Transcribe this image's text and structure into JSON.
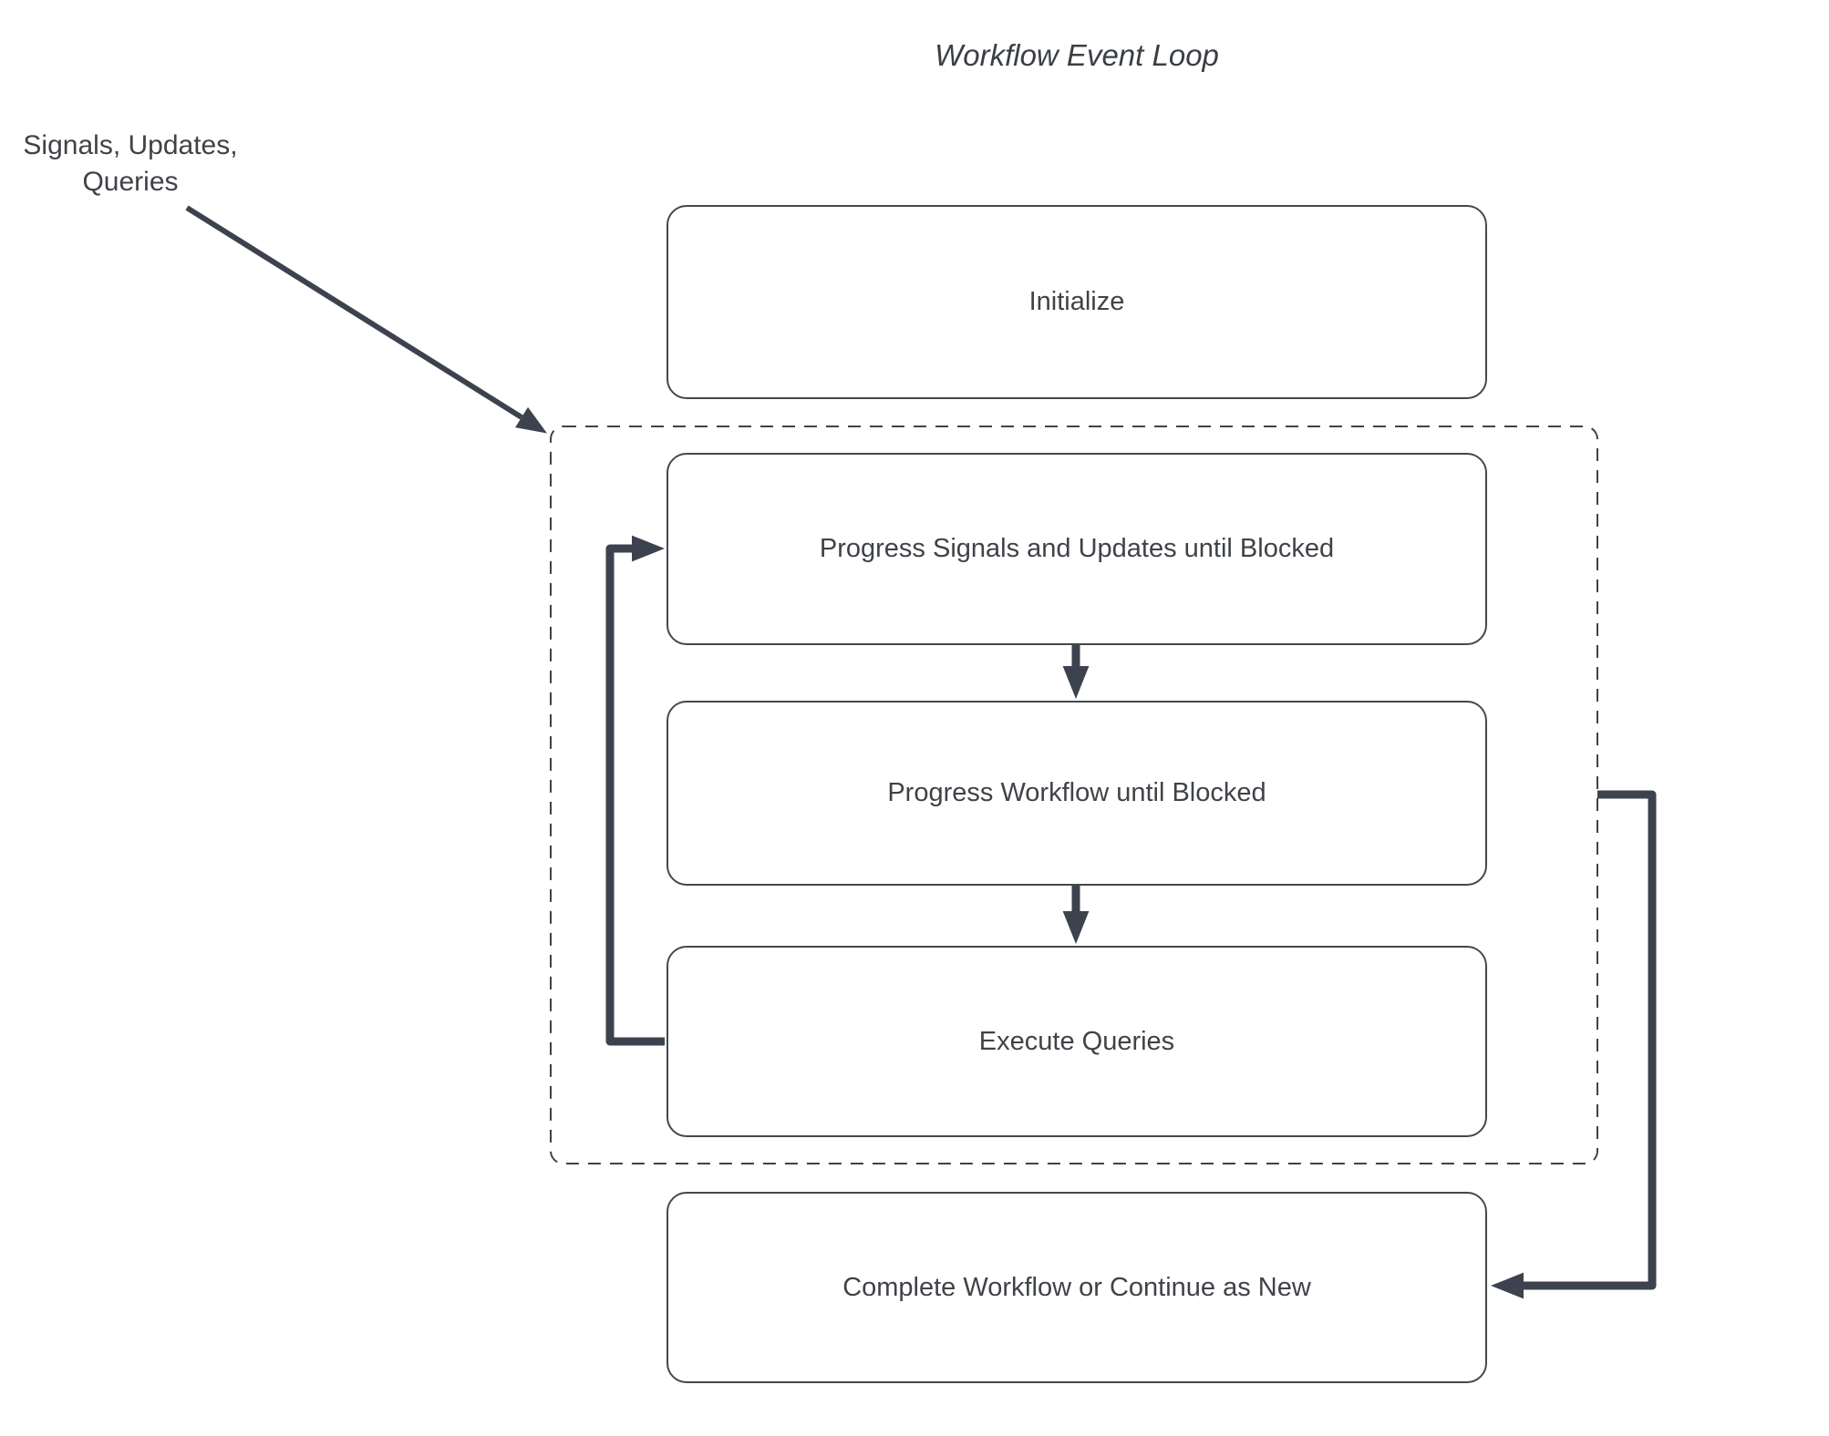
{
  "title": "Workflow Event Loop",
  "annotation": {
    "label": "Signals, Updates, Queries"
  },
  "diagram": {
    "group": {
      "id": "workflow-event-loop-group",
      "border_style": "dashed",
      "contains": [
        "progress-signals-updates",
        "progress-workflow",
        "execute-queries"
      ]
    },
    "nodes": [
      {
        "id": "initialize",
        "label": "Initialize"
      },
      {
        "id": "progress-signals-updates",
        "label": "Progress Signals and Updates until Blocked"
      },
      {
        "id": "progress-workflow",
        "label": "Progress Workflow until Blocked"
      },
      {
        "id": "execute-queries",
        "label": "Execute Queries"
      },
      {
        "id": "complete-workflow",
        "label": "Complete Workflow or Continue as New"
      }
    ],
    "edges": [
      {
        "from": "annotation",
        "to": "workflow-event-loop-group",
        "type": "thin-diagonal-arrow"
      },
      {
        "from": "progress-signals-updates",
        "to": "progress-workflow",
        "type": "down-arrow"
      },
      {
        "from": "progress-workflow",
        "to": "execute-queries",
        "type": "down-arrow"
      },
      {
        "from": "execute-queries",
        "to": "progress-signals-updates",
        "type": "loop-back-left-arrow"
      },
      {
        "from": "workflow-event-loop-group",
        "to": "complete-workflow",
        "type": "right-elbow-arrow"
      }
    ],
    "colors": {
      "connector": "#3d434e",
      "node_border": "#44484d",
      "group_border": "#3f4347",
      "text": "#3f4347",
      "background": "#ffffff"
    }
  }
}
